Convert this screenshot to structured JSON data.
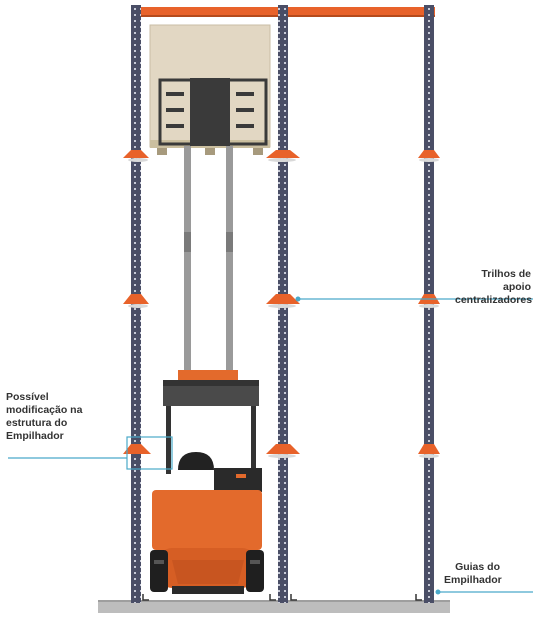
{
  "annotations": {
    "rails": "Trilhos de apoio\ncentralizadores",
    "modification": "Possível\nmodificação na\nestrutura do\nEmpilhador",
    "guides": "Guias do\nEmpilhador"
  },
  "colors": {
    "upright": "#4a4e66",
    "upright_holes": "#c8cbd8",
    "beam": "#e8622a",
    "bracket": "#e8622a",
    "forklift_body": "#e36a2c",
    "forklift_dark": "#2a2a2a",
    "mast": "#9a9a9a",
    "pallet_load": "#e2d7c3",
    "floor": "#bdbdbd",
    "callout_line": "#4aa9c9"
  },
  "icons": {
    "forklift": "forklift-icon",
    "pallet": "pallet-icon"
  }
}
